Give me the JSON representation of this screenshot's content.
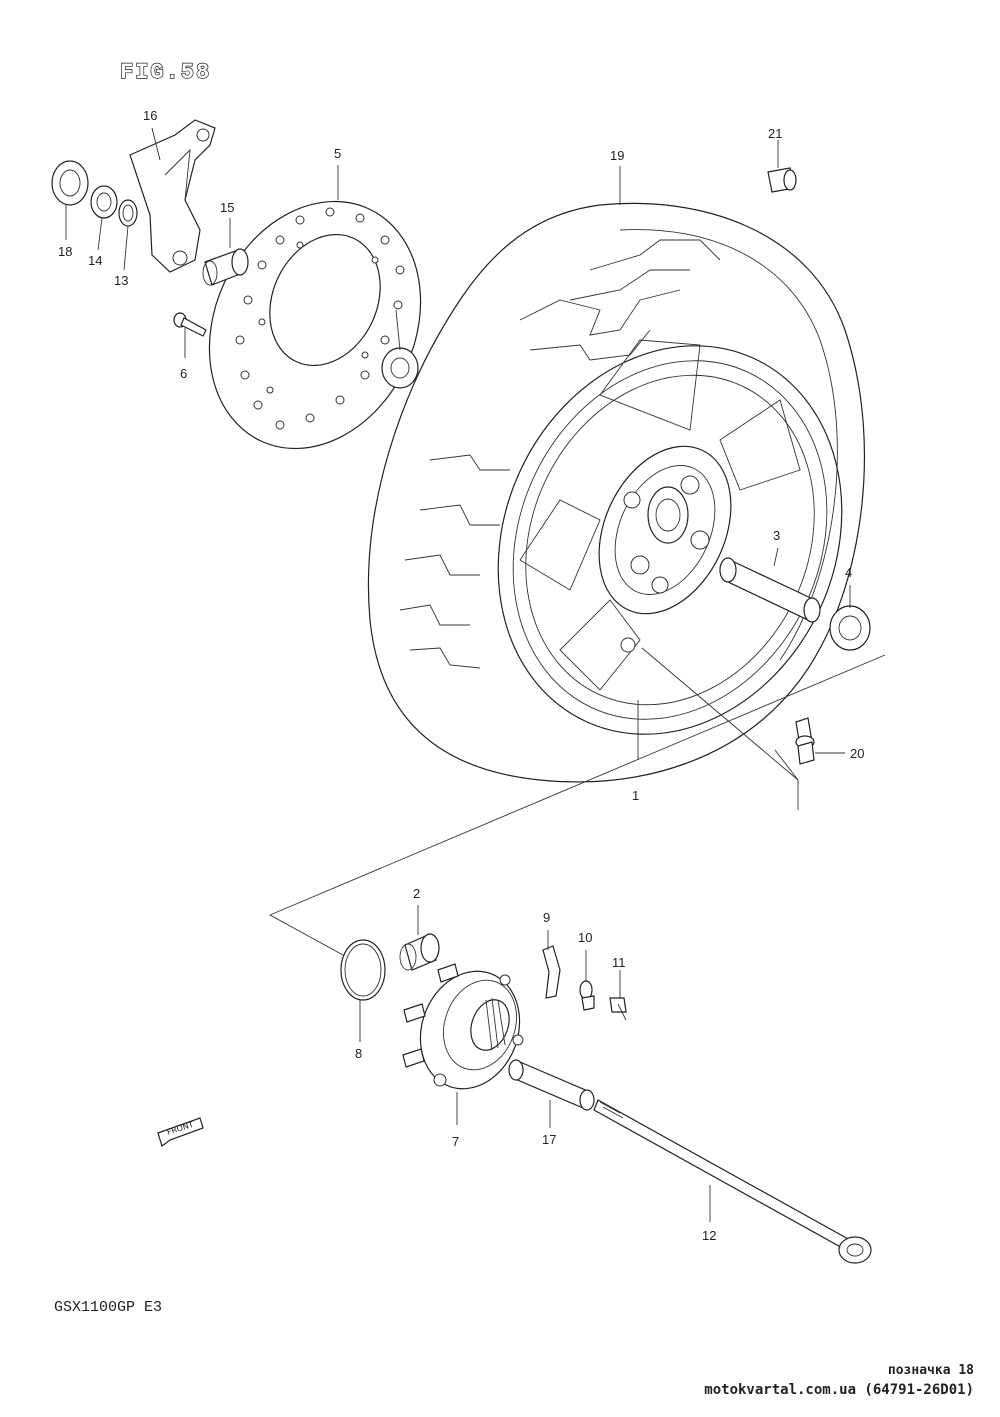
{
  "figure_title": "FIG.58",
  "model_code": "GSX1100GP E3",
  "front_marker": "FRONT",
  "footer": {
    "reference": "позначка 18",
    "site": "motokvartal.com.ua (64791-26D01)"
  },
  "parts": [
    "1",
    "2",
    "3",
    "4",
    "5",
    "6",
    "7",
    "8",
    "9",
    "10",
    "11",
    "12",
    "13",
    "14",
    "15",
    "16",
    "17",
    "18",
    "19",
    "20",
    "21"
  ]
}
